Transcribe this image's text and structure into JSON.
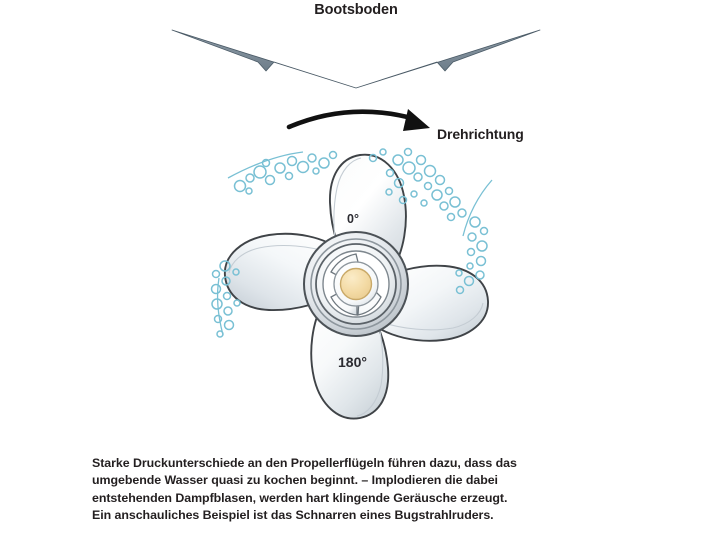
{
  "figure": {
    "title": "Bootsboden",
    "rotation_label": "Drehrichtung",
    "blade_labels": {
      "top": "0°",
      "bottom": "180°"
    },
    "caption_lines": [
      "Starke Druckunterschiede an den Propellerflügeln führen dazu, dass das",
      "umgebende Wasser quasi zu kochen beginnt. – Implodieren die dabei",
      "entstehenden Dampfblasen, werden hart klingende Geräusche erzeugt.",
      "Ein anschauliches Beispiel ist das Schnarren eines Bugstrahlruders."
    ],
    "colors": {
      "background": "#ffffff",
      "text": "#231f20",
      "hull_light": "#8d9aa5",
      "hull_dark": "#5d6e7b",
      "hull_outline": "#4a5a66",
      "blade_light": "#ffffff",
      "blade_shade": "#d7dde2",
      "blade_outline": "#3f4347",
      "hub_ring": "#b9c0c6",
      "hub_center": "#f3daa4",
      "hub_center_outline": "#c9a968",
      "bubble": "#7fc4d6",
      "arrow": "#111111"
    },
    "icons": {
      "rotation_arrow": "curved-arrow-icon",
      "hull": "boat-hull-icon",
      "propeller": "propeller-icon",
      "bubbles": "cavitation-bubbles-icon"
    }
  }
}
